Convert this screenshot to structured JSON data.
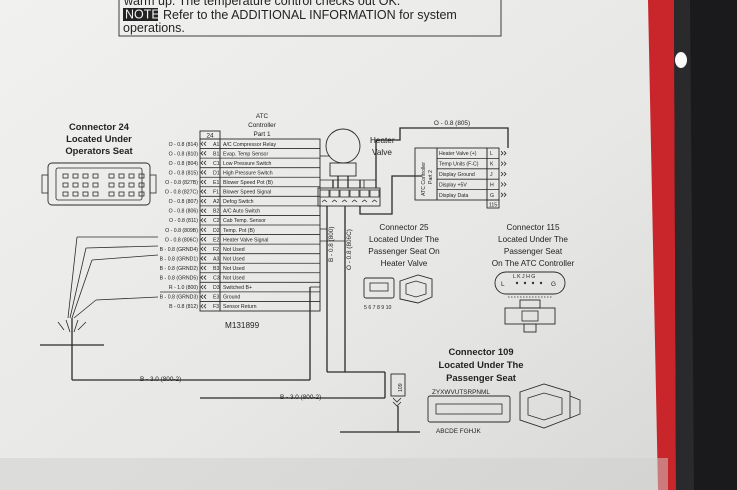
{
  "note": {
    "line1": "warm up. The temperature control checks out OK.",
    "badge": "NOTE",
    "line2": "Refer to the ADDITIONAL INFORMATION for system",
    "line3": "operations."
  },
  "atc_part1": {
    "title": [
      "ATC",
      "Controller",
      "Part 1"
    ],
    "connector_number": "24",
    "pins": [
      {
        "wire": "O - 0.8 (814)",
        "pin": "A1",
        "function": "A/C Compressor Relay"
      },
      {
        "wire": "O - 0.8 (810)",
        "pin": "B1",
        "function": "Evap. Temp Sensor"
      },
      {
        "wire": "O - 0.8 (804)",
        "pin": "C1",
        "function": "Low Pressure Switch"
      },
      {
        "wire": "O - 0.8 (815)",
        "pin": "D1",
        "function": "High Pressure Switch"
      },
      {
        "wire": "O - 0.8 (827B)",
        "pin": "E1",
        "function": "Blower Speed Pot (B)"
      },
      {
        "wire": "O - 0.8 (827C)",
        "pin": "F1",
        "function": "Blower Speed Signal"
      },
      {
        "wire": "O - 0.8 (807)",
        "pin": "A2",
        "function": "Defog Switch"
      },
      {
        "wire": "O - 0.8 (806)",
        "pin": "B2",
        "function": "A/C Auto Switch"
      },
      {
        "wire": "O - 0.8 (811)",
        "pin": "C2",
        "function": "Cab Temp. Sensor"
      },
      {
        "wire": "O - 0.8 (809B)",
        "pin": "D2",
        "function": "Temp. Pot (B)"
      },
      {
        "wire": "O - 0.8 (806C)",
        "pin": "E2",
        "function": "Heater Valve Signal"
      },
      {
        "wire": "B - 0.8 (GRND4)",
        "pin": "F2",
        "function": "Not Used"
      },
      {
        "wire": "B - 0.8 (GRND1)",
        "pin": "A3",
        "function": "Not Used"
      },
      {
        "wire": "B - 0.8 (GRND2)",
        "pin": "B3",
        "function": "Not Used"
      },
      {
        "wire": "B - 0.8 (GRND5)",
        "pin": "C3",
        "function": "Not Used"
      },
      {
        "wire": "R - 1.0 (800)",
        "pin": "D3",
        "function": "Switched B+"
      },
      {
        "wire": "B - 0.8 (GRND3)",
        "pin": "E3",
        "function": "Ground"
      },
      {
        "wire": "B - 0.8 (812)",
        "pin": "F3",
        "function": "Sensor Return"
      }
    ],
    "drawing_number": "M131899"
  },
  "connector24": {
    "lines": [
      "Connector 24",
      "Located Under",
      "Operators Seat"
    ]
  },
  "heater_valve": {
    "label": [
      "Heater",
      "Valve"
    ]
  },
  "connector25": {
    "lines": [
      "Connector 25",
      "Located Under The",
      "Passenger Seat On",
      "Heater Valve"
    ],
    "pin_numbers": "5 6 7 8 9 10",
    "wires": [
      "B - 0.8 (800)",
      "O - 0.8 (806C)"
    ]
  },
  "atc_part2": {
    "title": [
      "ATC Controller",
      "Part 2"
    ],
    "pins": [
      {
        "pin": "L",
        "function": "Heater Valve (+)"
      },
      {
        "pin": "K",
        "function": "Temp Units (F-C)"
      },
      {
        "pin": "J",
        "function": "Display Ground"
      },
      {
        "pin": "H",
        "function": "Display +5V"
      },
      {
        "pin": "G",
        "function": "Display Data"
      }
    ],
    "connector_number": "115",
    "top_wire": "O - 0.8 (805)"
  },
  "connector115": {
    "lines": [
      "Connector 115",
      "Located Under The",
      "Passenger Seat",
      "On The ATC Controller"
    ],
    "pins": "L K J H G"
  },
  "connector109": {
    "lines": [
      "Connector 109",
      "Located Under The",
      "Passenger Seat"
    ],
    "top_pins": "ZYXWVUTSRPNML",
    "bottom_pins": "ABCDE  FGHJK",
    "number": "109"
  },
  "wires": {
    "lower": "B - 3.0 (800-2)",
    "middle": "B - 3.0 (800-2)"
  },
  "colors": {
    "paper": "#ececea",
    "ink": "#232323",
    "red_edge": "#c8262b",
    "background": "#1a1a1c"
  }
}
